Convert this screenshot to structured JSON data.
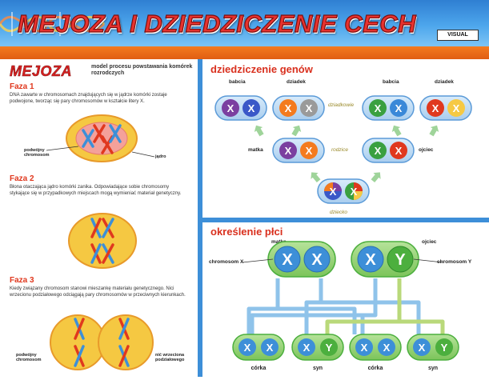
{
  "header": {
    "title": "MEJOZA I DZIEDZICZENIE CECH",
    "logo": "VISUAL"
  },
  "meiosis": {
    "title": "MEJOZA",
    "subtitle": "model procesu powstawania komórek rozrodczych",
    "phases": [
      {
        "name": "Faza 1",
        "text": "DNA zawarte w chromosomach znajdujących się w jądrze komórki zostaje podwojone, tworząc się pary chromosomów w kształcie litery X."
      },
      {
        "name": "Faza 2",
        "text": "Błona otaczająca jądro komórki zanika. Odpowiadające sobie chromosomy stykające się w przypadkowych miejscach mogą wymieniać materiał genetyczny."
      },
      {
        "name": "Faza 3",
        "text": "Kiedy związany chromosom stanowi mieszankę materiału genetycznego. Nici wrzecionu podziałowego odciągają pary chromosomów w przeciwnych kierunkach."
      }
    ],
    "labels": {
      "double_chromosome": "podwójny chromosom",
      "nucleus": "jądro",
      "spindle": "nić wrzeciona podziałowego"
    }
  },
  "inheritance": {
    "title": "dziedziczenie genów",
    "top_labels": [
      "babcia",
      "dziadek",
      "babcia",
      "dziadek"
    ],
    "mother": "matka",
    "father": "ojciec",
    "child_label": "dziecko",
    "italic_labels": [
      "dziadkowie",
      "rodzice",
      "dziecko"
    ]
  },
  "sex": {
    "title": "określenie płci",
    "mother": "matka",
    "father": "ojciec",
    "chrom_x": "chromosom X",
    "chrom_y": "chromosom Y",
    "mother_chroms": [
      "X",
      "X"
    ],
    "father_chroms": [
      "X",
      "Y"
    ],
    "children": [
      {
        "label": "córka",
        "chroms": [
          "X",
          "X"
        ]
      },
      {
        "label": "syn",
        "chroms": [
          "X",
          "Y"
        ]
      },
      {
        "label": "córka",
        "chroms": [
          "X",
          "X"
        ]
      },
      {
        "label": "syn",
        "chroms": [
          "X",
          "Y"
        ]
      }
    ]
  },
  "colors": {
    "red": "#e0381e",
    "blue": "#3d8fd8",
    "orange": "#f47b1f",
    "green": "#4caf3e",
    "yellow": "#f6c944",
    "purple": "#7b3fa0"
  }
}
